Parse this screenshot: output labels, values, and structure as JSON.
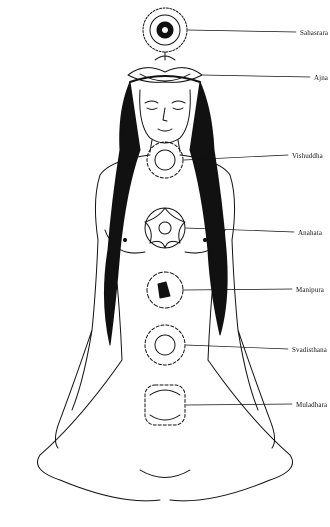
{
  "labels": [
    {
      "id": "sahasrara",
      "text": "Sahasrara"
    },
    {
      "id": "ajna",
      "text": "Ajna"
    },
    {
      "id": "vishuddha",
      "text": "Vishuddha"
    },
    {
      "id": "anahata",
      "text": "Anahata"
    },
    {
      "id": "manipura",
      "text": "Manipura"
    },
    {
      "id": "svadhisthana",
      "text": "Svadisthana"
    },
    {
      "id": "muladhara",
      "text": "Muladhara"
    }
  ],
  "colors": {
    "line": "#111111",
    "background": "#ffffff"
  },
  "icons": [
    "lotus-icon",
    "flower-icon",
    "mandala-icon"
  ]
}
